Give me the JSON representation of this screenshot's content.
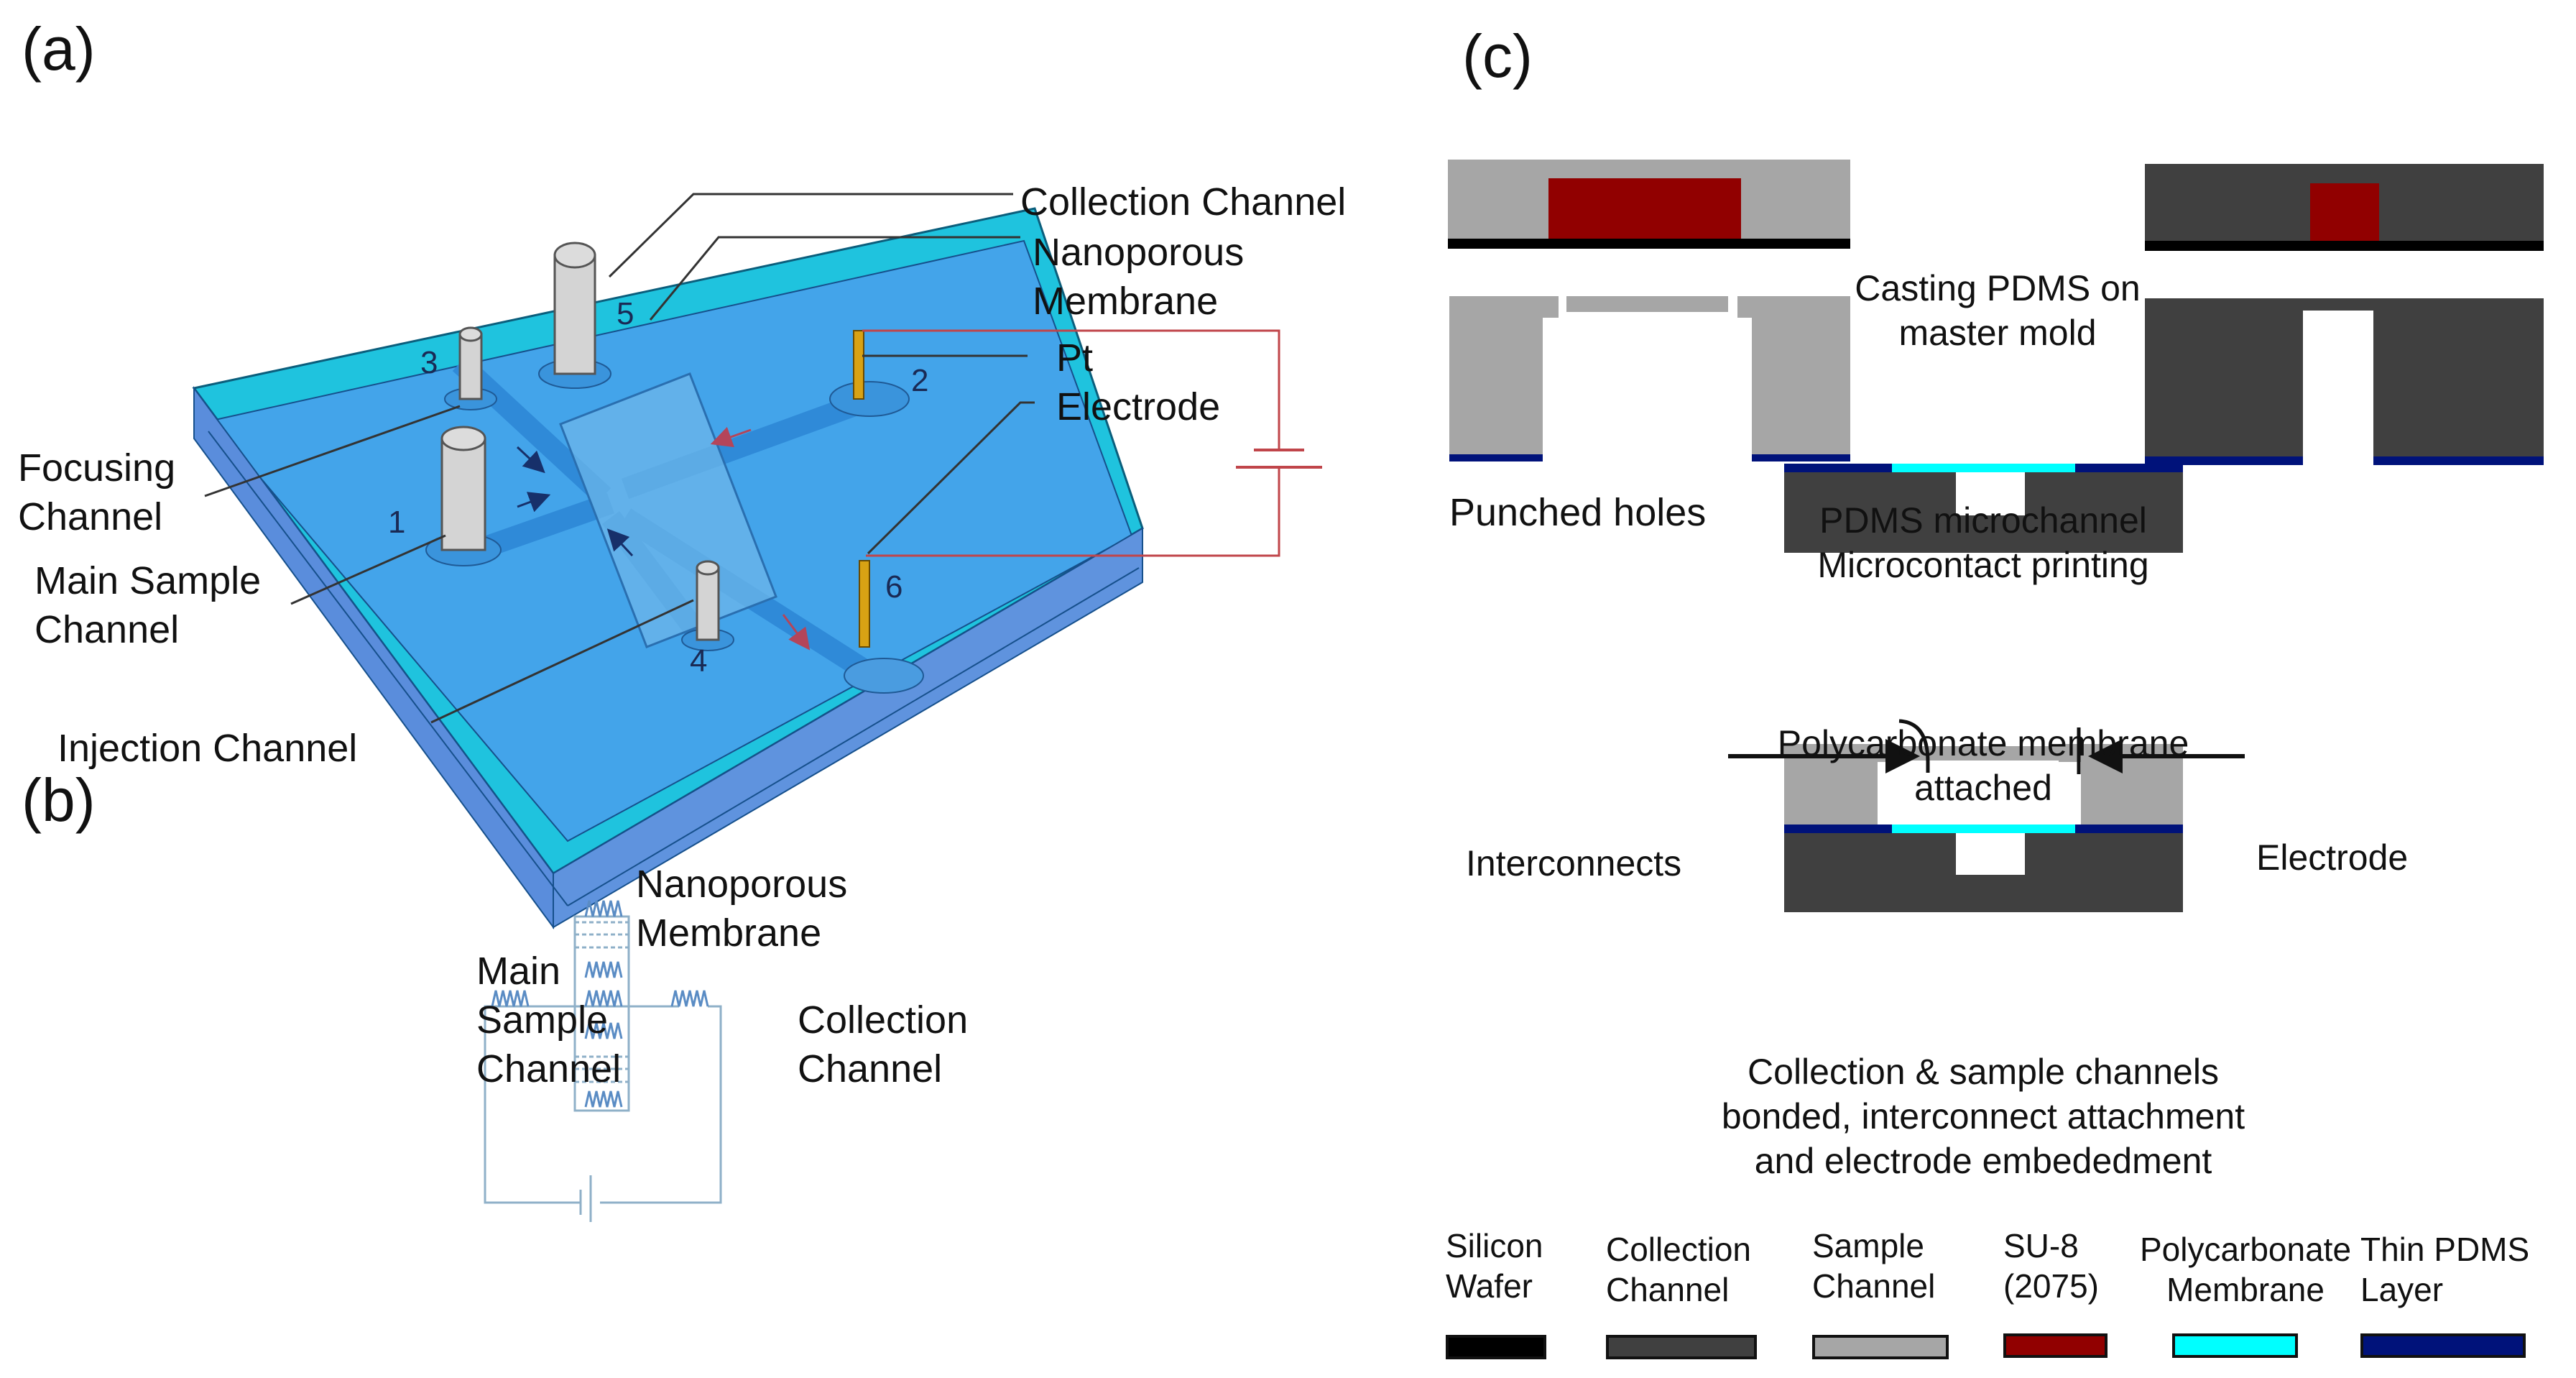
{
  "panels": {
    "a": {
      "label": "(a)",
      "title_labels": {
        "collection_channel": "Collection Channel",
        "nanoporous_membrane_line1": "Nanoporous",
        "nanoporous_membrane_line2": "Membrane",
        "pt": "Pt",
        "electrode": "Electrode",
        "focusing_line1": "Focusing",
        "focusing_line2": "Channel",
        "main_sample_line1": "Main Sample",
        "main_sample_line2": "Channel",
        "injection_channel": "Injection Channel"
      },
      "port_numbers": [
        "1",
        "2",
        "3",
        "4",
        "5",
        "6"
      ],
      "colors": {
        "chip_top": "#1fc3de",
        "chip_body": "#3e9be6",
        "chip_side": "#5b8fdc",
        "reservoir": "#d4d4d4",
        "electrode": "#d8a214",
        "circuit": "#c0454a"
      }
    },
    "b": {
      "label": "(b)",
      "labels": {
        "nanoporous_line1": "Nanoporous",
        "nanoporous_line2": "Membrane",
        "main_line1": "Main",
        "main_line2": "Sample",
        "main_line3": "Channel",
        "collection_line1": "Collection",
        "collection_line2": "Channel"
      },
      "colors": {
        "circuit": "#8fb0c8",
        "resistor": "#5a8cc4"
      }
    },
    "c": {
      "label": "(c)",
      "steps": {
        "casting_line1": "Casting PDMS on",
        "casting_line2": "master mold",
        "punched": "Punched holes",
        "pdms_line1": "PDMS microchannel",
        "pdms_line2": "Microcontact printing",
        "poly_line1": "Polycarbonate membrane",
        "poly_line2": "attached",
        "interconnects": "Interconnects",
        "electrode": "Electrode",
        "final_line1": "Collection & sample channels",
        "final_line2": "bonded, interconnect attachment",
        "final_line3": "and electrode embededment"
      },
      "legend": [
        {
          "label": "Silicon\nWafer",
          "color": "#000000"
        },
        {
          "label": "Collection\nChannel",
          "color": "#404040"
        },
        {
          "label": "Sample\nChannel",
          "color": "#a6a6a6"
        },
        {
          "label": "SU-8\n(2075)",
          "color": "#910000"
        },
        {
          "label": "Polycarbonate\nMembrane",
          "color": "#00ffff"
        },
        {
          "label": "Thin PDMS\nLayer",
          "color": "#00127a"
        }
      ]
    }
  }
}
